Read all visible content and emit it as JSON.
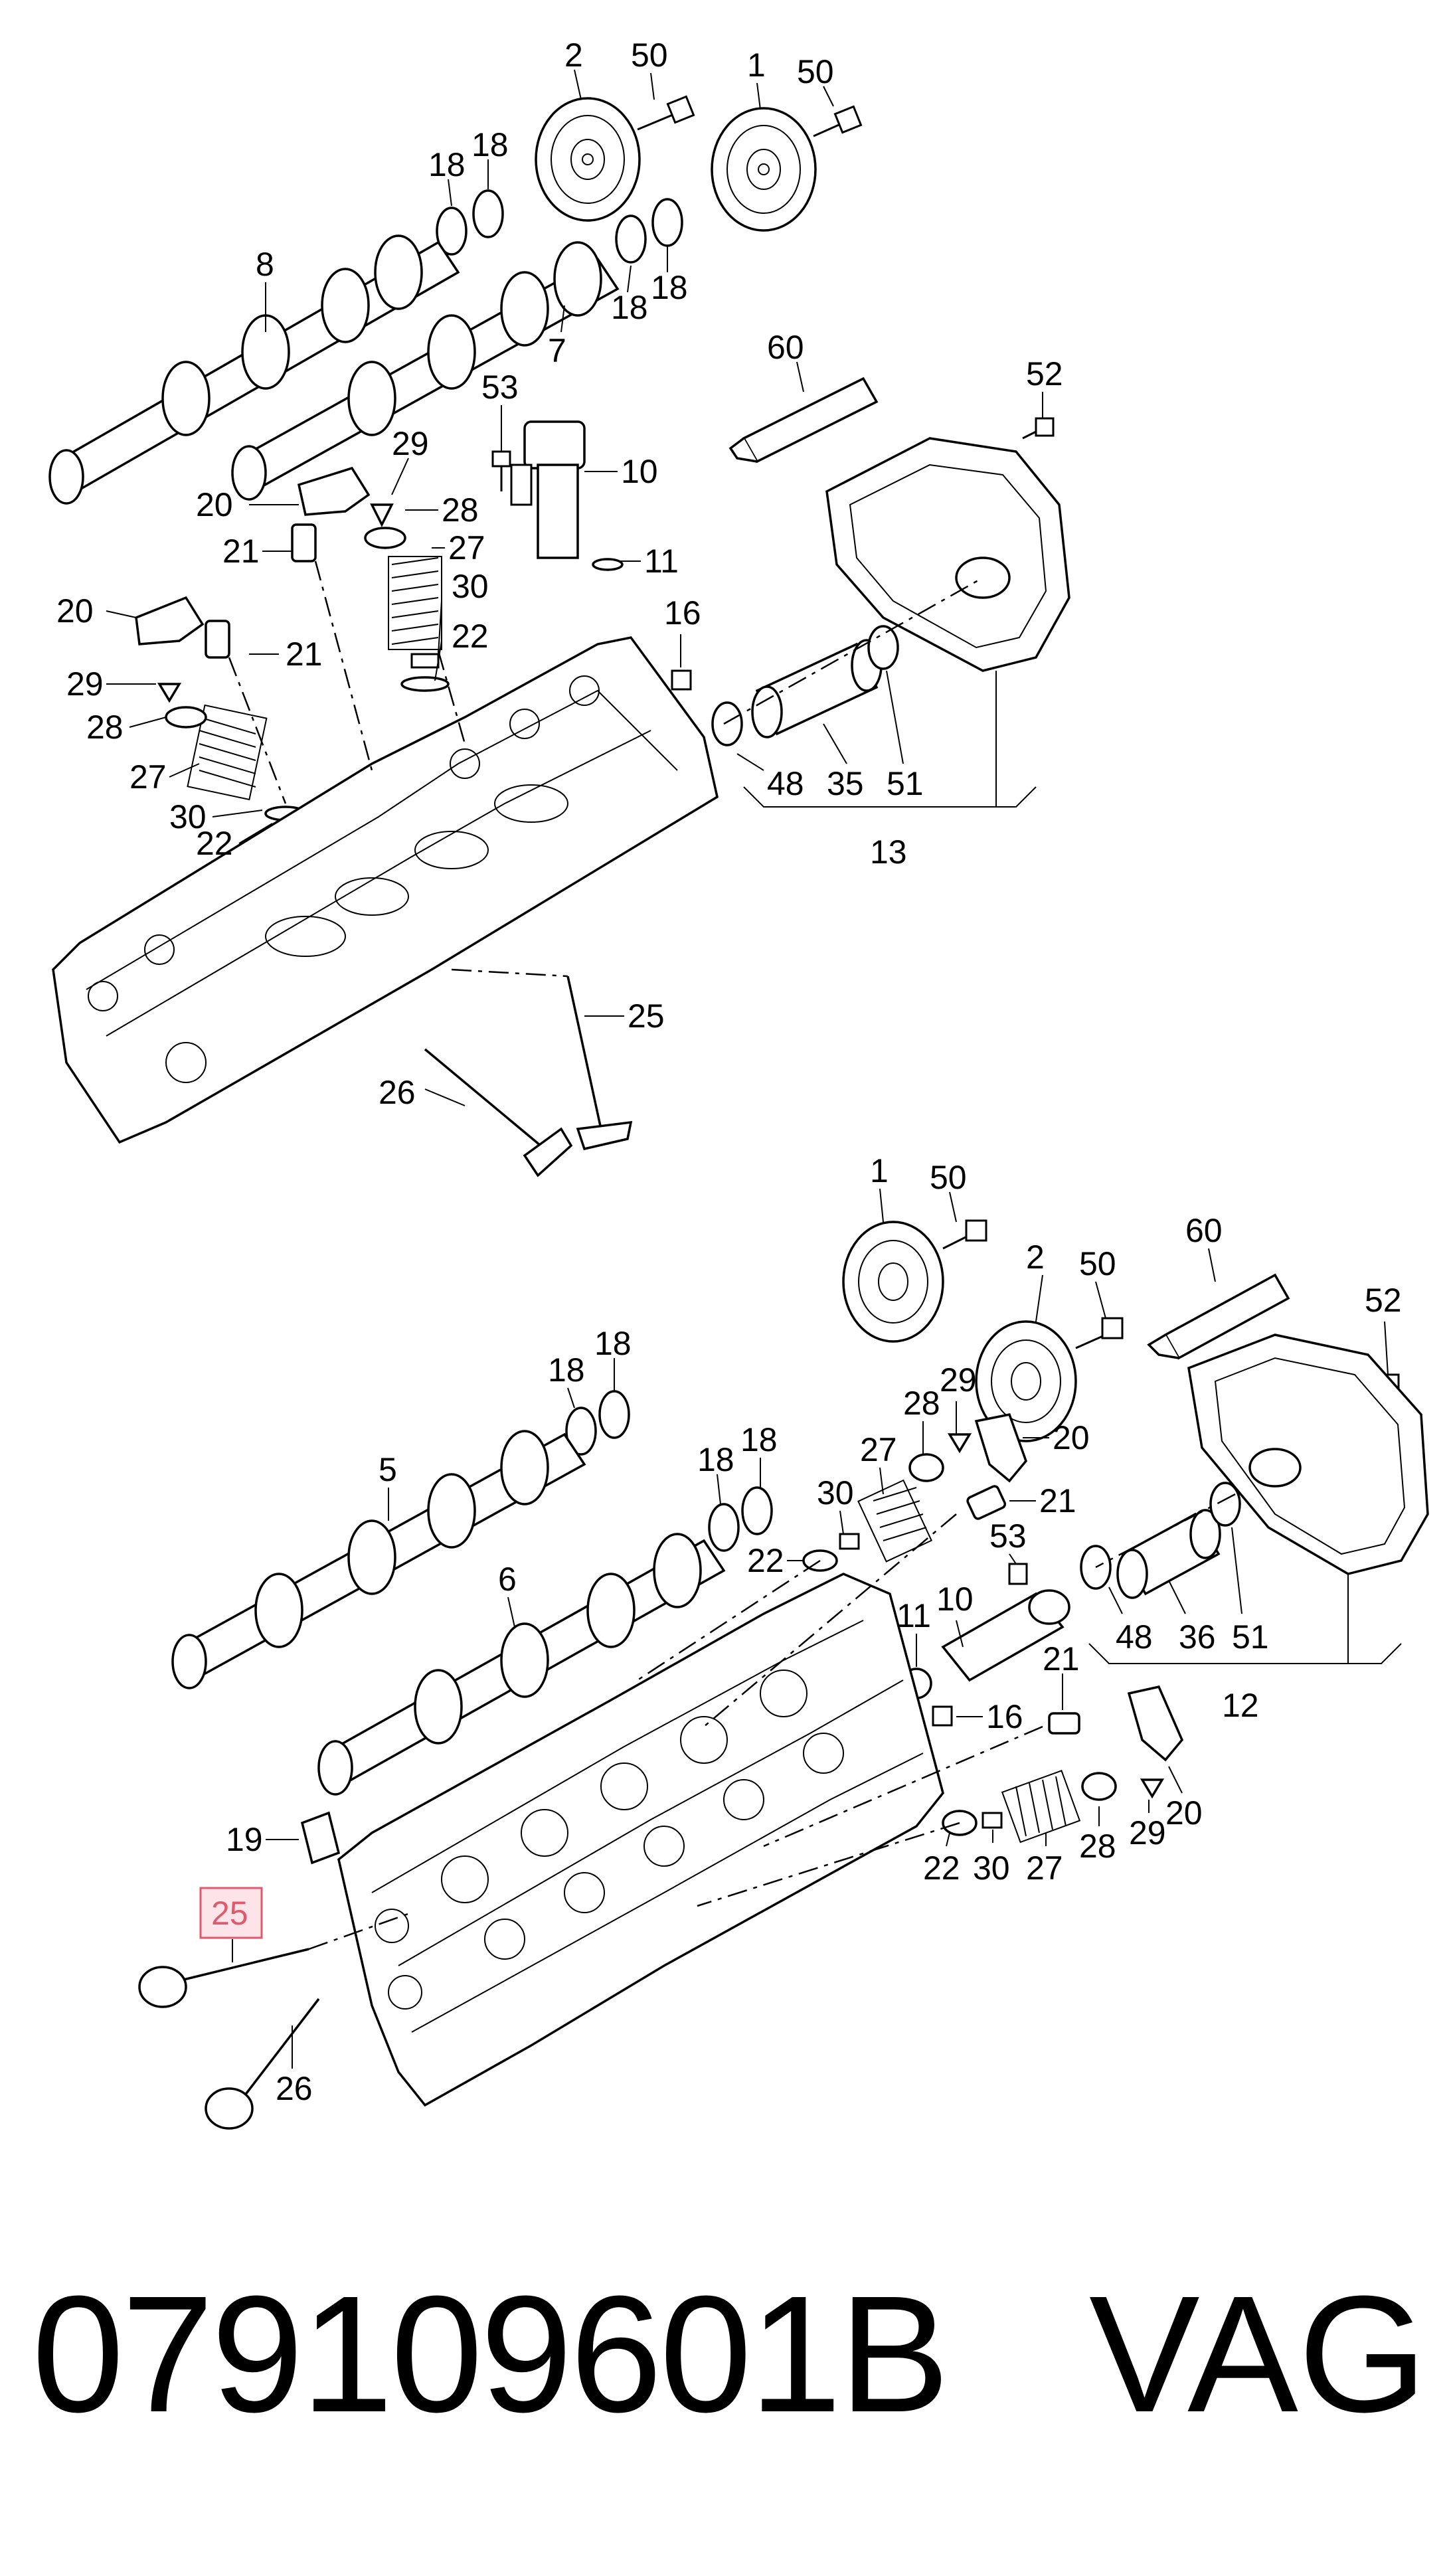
{
  "callouts": {
    "top": [
      "2",
      "50",
      "1",
      "50",
      "18",
      "18",
      "8",
      "18",
      "18",
      "7",
      "60",
      "52",
      "53",
      "10",
      "29",
      "20",
      "28",
      "21",
      "27",
      "11",
      "20",
      "30",
      "22",
      "21",
      "16",
      "29",
      "28",
      "27",
      "30",
      "22",
      "48",
      "35",
      "51",
      "13",
      "25",
      "26"
    ],
    "bottom": [
      "1",
      "50",
      "2",
      "50",
      "60",
      "52",
      "18",
      "18",
      "5",
      "18",
      "18",
      "28",
      "29",
      "27",
      "20",
      "30",
      "21",
      "22",
      "6",
      "53",
      "11",
      "10",
      "16",
      "48",
      "36",
      "51",
      "12",
      "21",
      "19",
      "25",
      "20",
      "22",
      "30",
      "27",
      "28",
      "29",
      "26"
    ]
  },
  "highlighted_callout": "25",
  "footer": {
    "part_number": "079109601B",
    "brand": "VAG"
  },
  "colors": {
    "highlight_fill": "#fde4e8",
    "highlight_stroke": "#e05a6e",
    "ink": "#000000"
  }
}
